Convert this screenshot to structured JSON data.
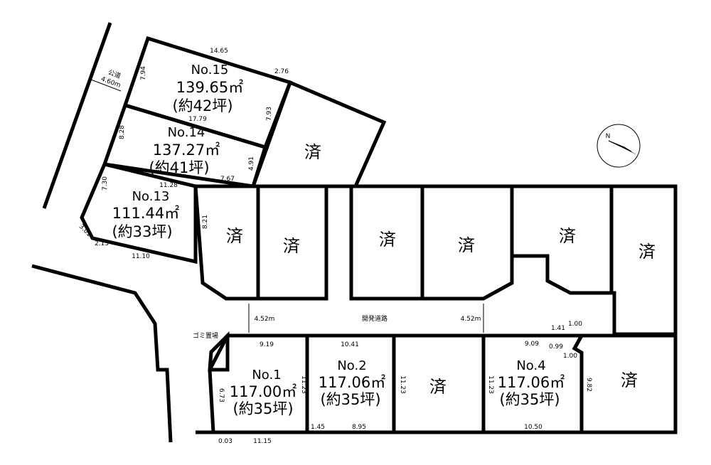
{
  "lots": [
    {
      "id": "15",
      "name": "No.15",
      "area": "139.65㎡",
      "tsubo": "(約42坪)"
    },
    {
      "id": "14",
      "name": "No.14",
      "area": "137.27㎡",
      "tsubo": "(約41坪)"
    },
    {
      "id": "13",
      "name": "No.13",
      "area": "111.44㎡",
      "tsubo": "(約33坪)"
    },
    {
      "id": "1",
      "name": "No.1",
      "area": "117.00㎡",
      "tsubo": "(約35坪)"
    },
    {
      "id": "2",
      "name": "No.2",
      "area": "117.06㎡",
      "tsubo": "(約35坪)"
    },
    {
      "id": "4",
      "name": "No.4",
      "area": "117.06㎡",
      "tsubo": "(約35坪)"
    }
  ],
  "sold_label": "済",
  "public_road": {
    "label": "公道",
    "width": "4.60m"
  },
  "dev_road": {
    "label": "開発道路",
    "width_left": "4.52m",
    "width_right": "4.52m"
  },
  "garbage_label": "ゴミ置場",
  "north_label": "N",
  "dims": {
    "d1465": "14.65",
    "d794": "7.94",
    "d276": "2.76",
    "d793": "7.93",
    "d1779": "17.79",
    "d828": "8.28",
    "d491": "4.91",
    "d767": "7.67",
    "d1128": "11.28",
    "d730": "7.30",
    "d821": "8.21",
    "d301": "3.01",
    "d213": "2.13",
    "d1110": "11.10",
    "d919": "9.19",
    "d1041": "10.41",
    "d1123a": "11.23",
    "d1123b": "11.23",
    "d1123c": "11.23",
    "d673": "6.73",
    "d003": "0.03",
    "d1115": "11.15",
    "d145": "1.45",
    "d895": "8.95",
    "d909": "9.09",
    "d099": "0.99",
    "d141": "1.41",
    "d100a": "1.00",
    "d100b": "1.00",
    "d982": "9.82",
    "d1050": "10.50"
  }
}
